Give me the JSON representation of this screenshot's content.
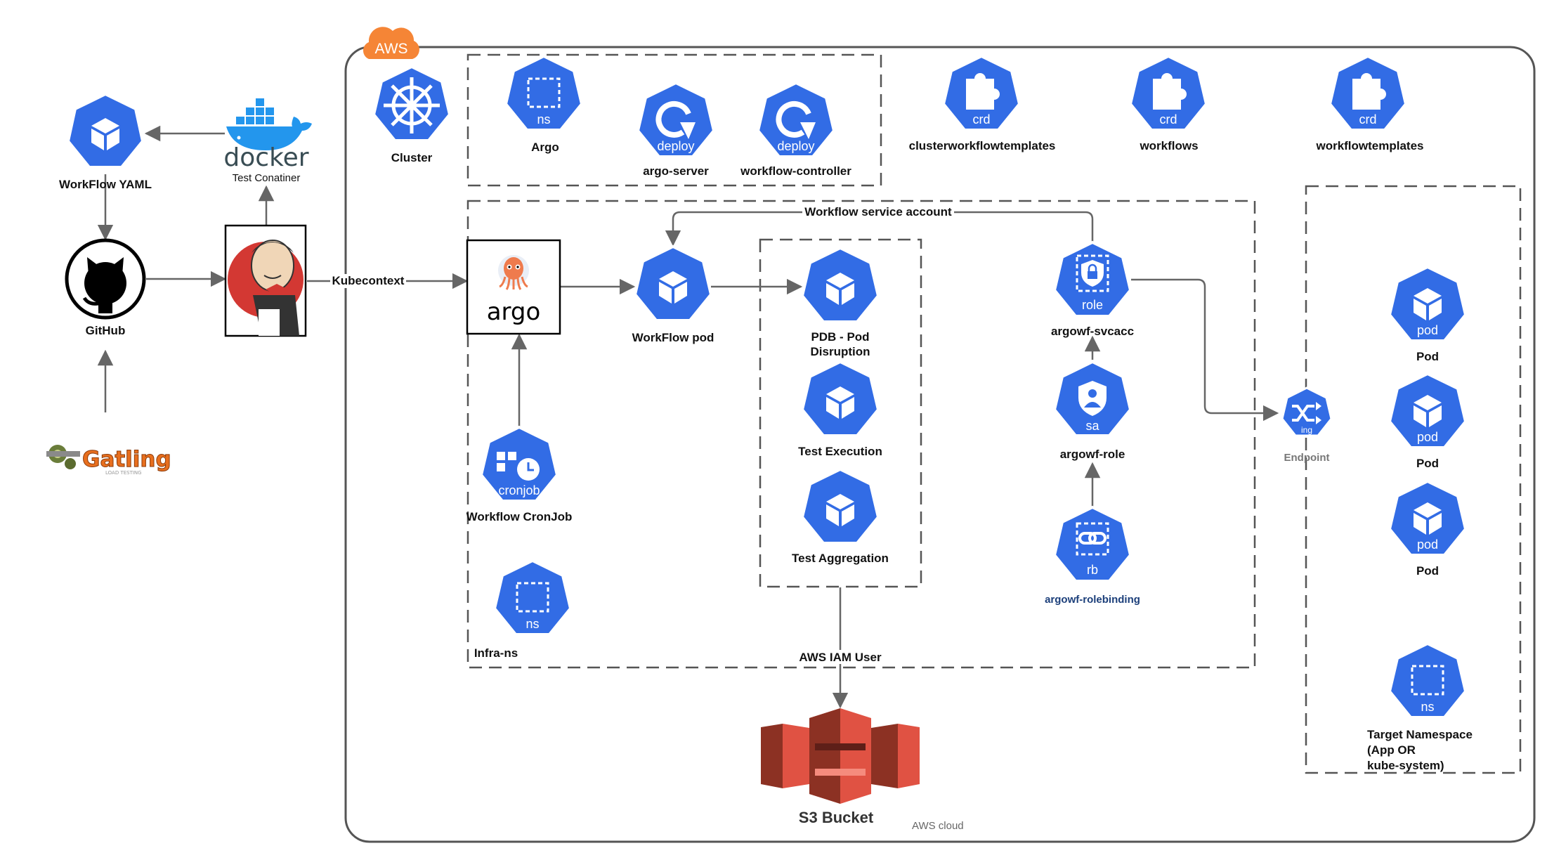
{
  "colors": {
    "k8s_blue": "#326CE5",
    "aws_orange": "#F58536",
    "s3_red": "#E05243",
    "edge_gray": "#666666"
  },
  "aws": {
    "badge": "AWS",
    "cloud_label": "AWS cloud"
  },
  "left": {
    "workflow_yaml": "WorkFlow YAML",
    "docker_word": "docker",
    "test_container": "Test Conatiner",
    "github": "GitHub",
    "kubecontext": "Kubecontext",
    "gatling_word": "Gatling",
    "gatling_tagline": "LOAD TESTING"
  },
  "cluster": {
    "label": "Cluster"
  },
  "argo_group": {
    "argo_ns_hex": "ns",
    "argo_ns": "Argo",
    "argo_server_hex": "deploy",
    "argo_server": "argo-server",
    "workflow_controller_hex": "deploy",
    "workflow_controller": "workflow-controller"
  },
  "crds": [
    {
      "hex": "crd",
      "label": "clusterworkflowtemplates"
    },
    {
      "hex": "crd",
      "label": "workflows"
    },
    {
      "hex": "crd",
      "label": "workflowtemplates"
    }
  ],
  "infra": {
    "argo_logo": "argo",
    "workflow_service_account": "Workflow service account",
    "workflow_pod": "WorkFlow pod",
    "cronjob_hex": "cronjob",
    "cronjob": "Workflow CronJob",
    "infra_ns_hex": "ns",
    "infra_ns": "Infra-ns",
    "pdb": [
      "PDB - Pod",
      "Disruption"
    ],
    "test_execution": "Test Execution",
    "test_aggregation": "Test Aggregation",
    "role_hex": "role",
    "svcacc": "argowf-svcacc",
    "sa_hex": "sa",
    "argowf_role": "argowf-role",
    "rb_hex": "rb",
    "rolebinding": "argowf-rolebinding"
  },
  "iam": {
    "label": "AWS IAM User"
  },
  "s3": {
    "label": "S3 Bucket"
  },
  "endpoint": {
    "hex": "ing",
    "label": "Endpoint"
  },
  "target": {
    "pods": [
      {
        "hex": "pod",
        "label": "Pod"
      },
      {
        "hex": "pod",
        "label": "Pod"
      },
      {
        "hex": "pod",
        "label": "Pod"
      }
    ],
    "ns_hex": "ns",
    "namespace_lines": [
      "Target Namespace",
      "(App OR",
      "kube-system)"
    ]
  }
}
